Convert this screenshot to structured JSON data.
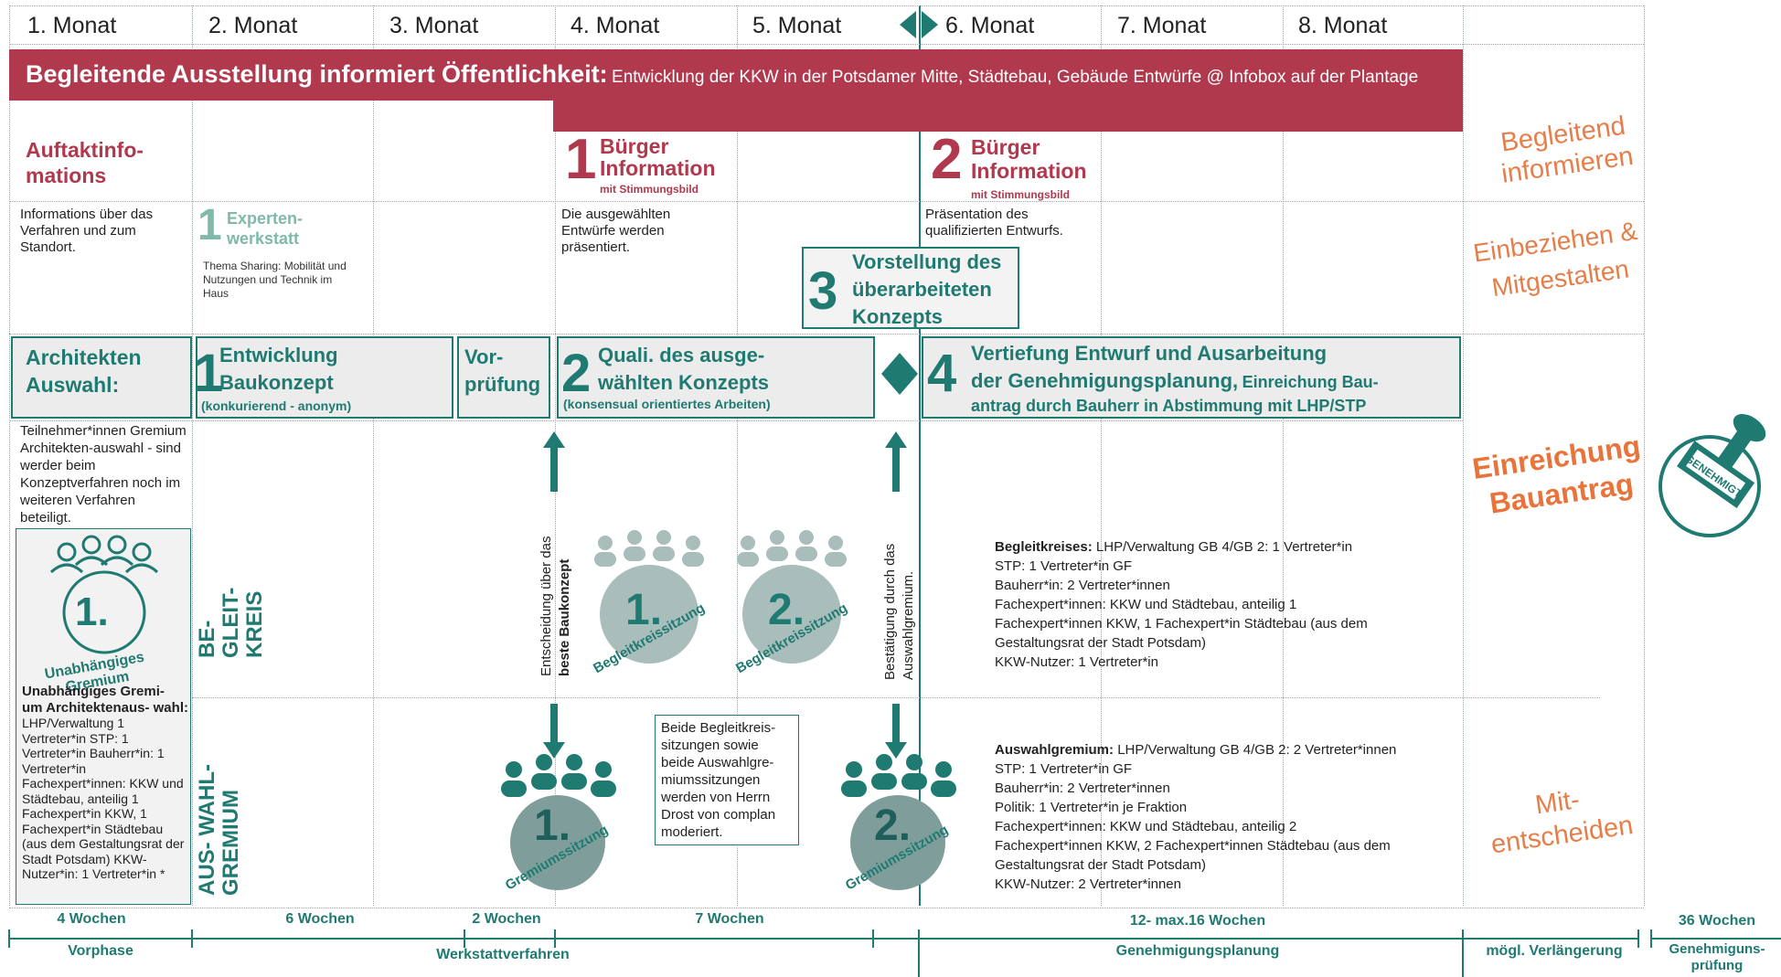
{
  "colors": {
    "teal": "#1f7a72",
    "crimson": "#b0394e",
    "orange": "#e67e4a",
    "light_teal_circle": "#a9bdbb",
    "grey_box": "#ececec"
  },
  "months": [
    "1. Monat",
    "2. Monat",
    "3. Monat",
    "4. Monat",
    "5. Monat",
    "6. Monat",
    "7. Monat",
    "8. Monat"
  ],
  "banner": {
    "bold": "Begleitende Ausstellung informiert Öffentlichkeit:",
    "rest": "Entwicklung der KKW in der Potsdamer Mitte, Städtebau, Gebäude Entwürfe @ Infobox auf der Plantage"
  },
  "side_labels": {
    "inform": "Begleitend informieren",
    "involve": "Einbeziehen & Mitgestalten",
    "submission": "Einreichung Bauantrag",
    "decide": "Mit- entscheiden"
  },
  "stamp_text": "GENEHMIGT",
  "info_row": {
    "auftakt_title": "Auftaktinfo- mations",
    "auftakt_desc": "Informations über das Verfahren und zum Standort.",
    "buerger1_num": "1",
    "buerger1_title": "Bürger Information",
    "buerger1_sub": "mit Stimmungsbild",
    "buerger1_desc": "Die ausgewählten Entwürfe werden präsentiert.",
    "buerger2_num": "2",
    "buerger2_title": "Bürger Information",
    "buerger2_sub": "mit Stimmungsbild",
    "buerger2_desc": "Präsentation des qualifizierten Entwurfs."
  },
  "experten": {
    "num": "1",
    "title": "Experten- werkstatt",
    "desc": "Thema Sharing: Mobilität und Nutzungen und Technik im Haus"
  },
  "vorstellung": {
    "num": "3",
    "title": "Vorstellung des überarbeiteten Konzepts"
  },
  "phases": {
    "architekten": "Architekten Auswahl:",
    "p1_num": "1",
    "p1_title": "Entwicklung Baukonzept",
    "p1_sub": "(konkurierend - anonym)",
    "vorpruefung": "Vor- prüfung",
    "p2_num": "2",
    "p2_title": "Quali. des ausge- wählten Konzepts",
    "p2_sub": "(konsensual orientiertes Arbeiten)",
    "p4_num": "4",
    "p4_title_a": "Vertiefung Entwurf und Ausarbeitung",
    "p4_title_b": "der Genehmigungsplanung,",
    "p4_title_c": "Einreichung Bau-",
    "p4_title_d": "antrag durch Bauherr in Abstimmung mit LHP/STP"
  },
  "teilnehmer_text": "Teilnehmer*innen Gremium Architekten-auswahl - sind werder beim Konzeptverfahren noch im weiteren Verfahren beteiligt.",
  "gremium_panel": {
    "circle_num": "1.",
    "arc_text": "Unabhängiges Gremium",
    "bold": "Unabhängiges Gremi- um Architektenaus- wahl:",
    "rest": "LHP/Verwaltung 1 Vertreter*in STP: 1 Vertreter*in Bauherr*in: 1 Vertreter*in Fachexpert*innen: KKW und Städtebau, anteilig 1 Fachexpert*in KKW, 1 Fachexpert*in Städtebau (aus dem Gestaltungsrat der Stadt Potsdam) KKW-Nutzer*in: 1 Vertreter*in *"
  },
  "row_labels": {
    "begleitkreis": "BE- GLEIT- KREIS",
    "auswahlgremium": "AUS- WAHL- GREMIUM"
  },
  "vertical_notes": {
    "entscheidung_a": "Entscheidung über das",
    "entscheidung_b": "beste Baukonzept",
    "bestaetigung_a": "Bestätigung durch das",
    "bestaetigung_b": "Auswahlgremium."
  },
  "circles": {
    "bk1_num": "1.",
    "bk1_label": "Begleitkreissitzung",
    "bk2_num": "2.",
    "bk2_label": "Begleitkreissitzung",
    "g1_num": "1.",
    "g1_label": "Gremiumssitzung",
    "g2_num": "2.",
    "g2_label": "Gremiumssitzung"
  },
  "moderation_note": "Beide Begleitkreis- sitzungen sowie beide Auswahlgre- miumssitzungen werden von Herrn Drost von complan moderiert.",
  "begleitkreis_info": {
    "bold": "Begleitkreises:",
    "lines": [
      "LHP/Verwaltung GB 4/GB 2: 1 Vertreter*in",
      "STP: 1 Vertreter*in GF",
      "Bauherr*in: 2 Vertreter*innen",
      "Fachexpert*innen: KKW und Städtebau, anteilig 1",
      "Fachexpert*innen KKW, 1 Fachexpert*in Städtebau (aus dem",
      "Gestaltungsrat der Stadt Potsdam)",
      "KKW-Nutzer: 1 Vertreter*in"
    ]
  },
  "auswahl_info": {
    "bold": "Auswahlgremium:",
    "lines": [
      "LHP/Verwaltung GB 4/GB 2: 2 Vertreter*innen",
      "STP: 1 Vertreter*in GF",
      "Bauherr*in: 2 Vertreter*innen",
      "Politik: 1 Vertreter*in je Fraktion",
      "Fachexpert*innen: KKW und Städtebau, anteilig 2",
      "Fachexpert*innen KKW, 2 Fachexpert*innen Städtebau (aus dem",
      "Gestaltungsrat der Stadt Potsdam)",
      "KKW-Nutzer: 2 Vertreter*innen"
    ]
  },
  "durations": [
    "4 Wochen",
    "6 Wochen",
    "2 Wochen",
    "7 Wochen",
    "12- max.16 Wochen",
    "36 Wochen"
  ],
  "phase_names": [
    "Vorphase",
    "Werkstattverfahren",
    "Genehmigungsplanung",
    "mögl. Verlängerung",
    "Genehmiguns- prüfung"
  ]
}
